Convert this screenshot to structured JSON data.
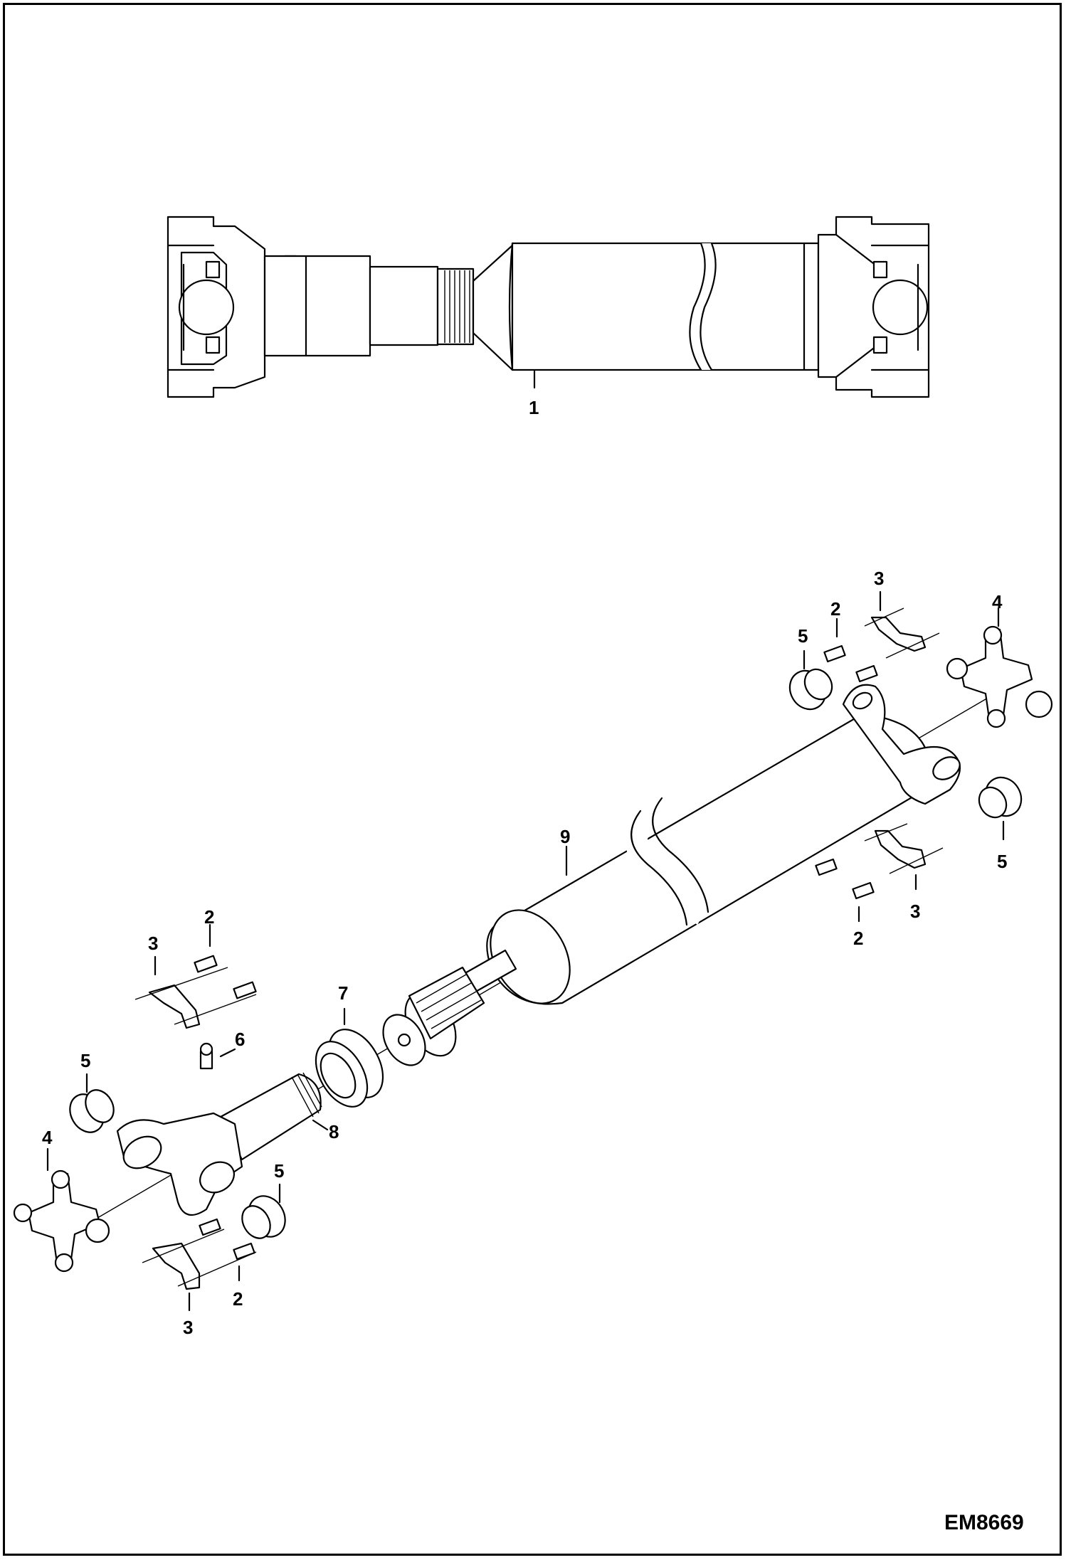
{
  "callouts": {
    "c1": "1",
    "c2a": "2",
    "c2b": "2",
    "c2c": "2",
    "c2d": "2",
    "c3a": "3",
    "c3b": "3",
    "c3c": "3",
    "c3d": "3",
    "c4a": "4",
    "c4b": "4",
    "c5a": "5",
    "c5b": "5",
    "c5c": "5",
    "c5d": "5",
    "c6": "6",
    "c7": "7",
    "c8": "8",
    "c9": "9"
  },
  "figure_code": "EM8669"
}
